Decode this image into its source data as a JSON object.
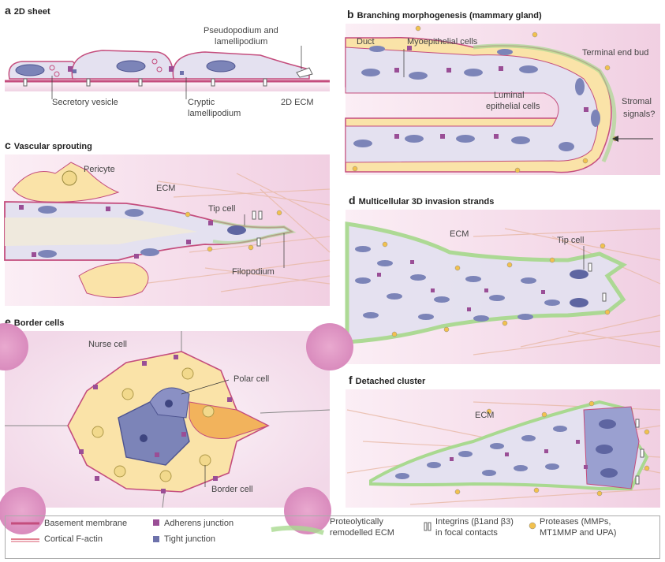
{
  "panels": {
    "a": {
      "letter": "a",
      "title": "2D sheet",
      "labels": {
        "pseudo": "Pseudopodium and",
        "pseudo2": "lamellipodium",
        "secretory": "Secretory vesicle",
        "cryptic": "Cryptic",
        "cryptic2": "lamellipodium",
        "ecm2d": "2D ECM"
      }
    },
    "b": {
      "letter": "b",
      "title": "Branching morphogenesis (mammary gland)",
      "labels": {
        "duct": "Duct",
        "myo": "Myoepithelial cells",
        "teb": "Terminal end bud",
        "luminal": "Luminal",
        "luminal2": "epithelial cells",
        "stromal": "Stromal",
        "stromal2": "signals?"
      }
    },
    "c": {
      "letter": "c",
      "title": "Vascular sprouting",
      "labels": {
        "pericyte": "Pericyte",
        "ecm": "ECM",
        "tip": "Tip cell",
        "filo": "Filopodium"
      }
    },
    "d": {
      "letter": "d",
      "title": "Multicellular 3D invasion strands",
      "labels": {
        "ecm": "ECM",
        "tip": "Tip cell"
      }
    },
    "e": {
      "letter": "e",
      "title": "Border cells",
      "labels": {
        "nurse": "Nurse cell",
        "polar": "Polar cell",
        "border": "Border cell"
      }
    },
    "f": {
      "letter": "f",
      "title": "Detached cluster",
      "labels": {
        "ecm": "ECM"
      }
    }
  },
  "legend": {
    "basement": "Basement membrane",
    "cortical": "Cortical F-actin",
    "adherens": "Adherens junction",
    "tight": "Tight junction",
    "proteo1": "Proteolytically",
    "proteo2": "remodelled ECM",
    "integrins1": "Integrins (β1and β3)",
    "integrins2": "in focal contacts",
    "proteases1": "Proteases (MMPs,",
    "proteases2": "MT1MMP and UPA)"
  },
  "colors": {
    "cell": "#e4e1f0",
    "nucleus": "#7c84b8",
    "membrane": "#c44d7d",
    "junction": "#9a4e96",
    "tightJunction": "#6d72ab",
    "yellow": "#fae3a8",
    "ecm": "#f4dbe9",
    "green": "#a9d990",
    "orange": "#f2b35c"
  }
}
